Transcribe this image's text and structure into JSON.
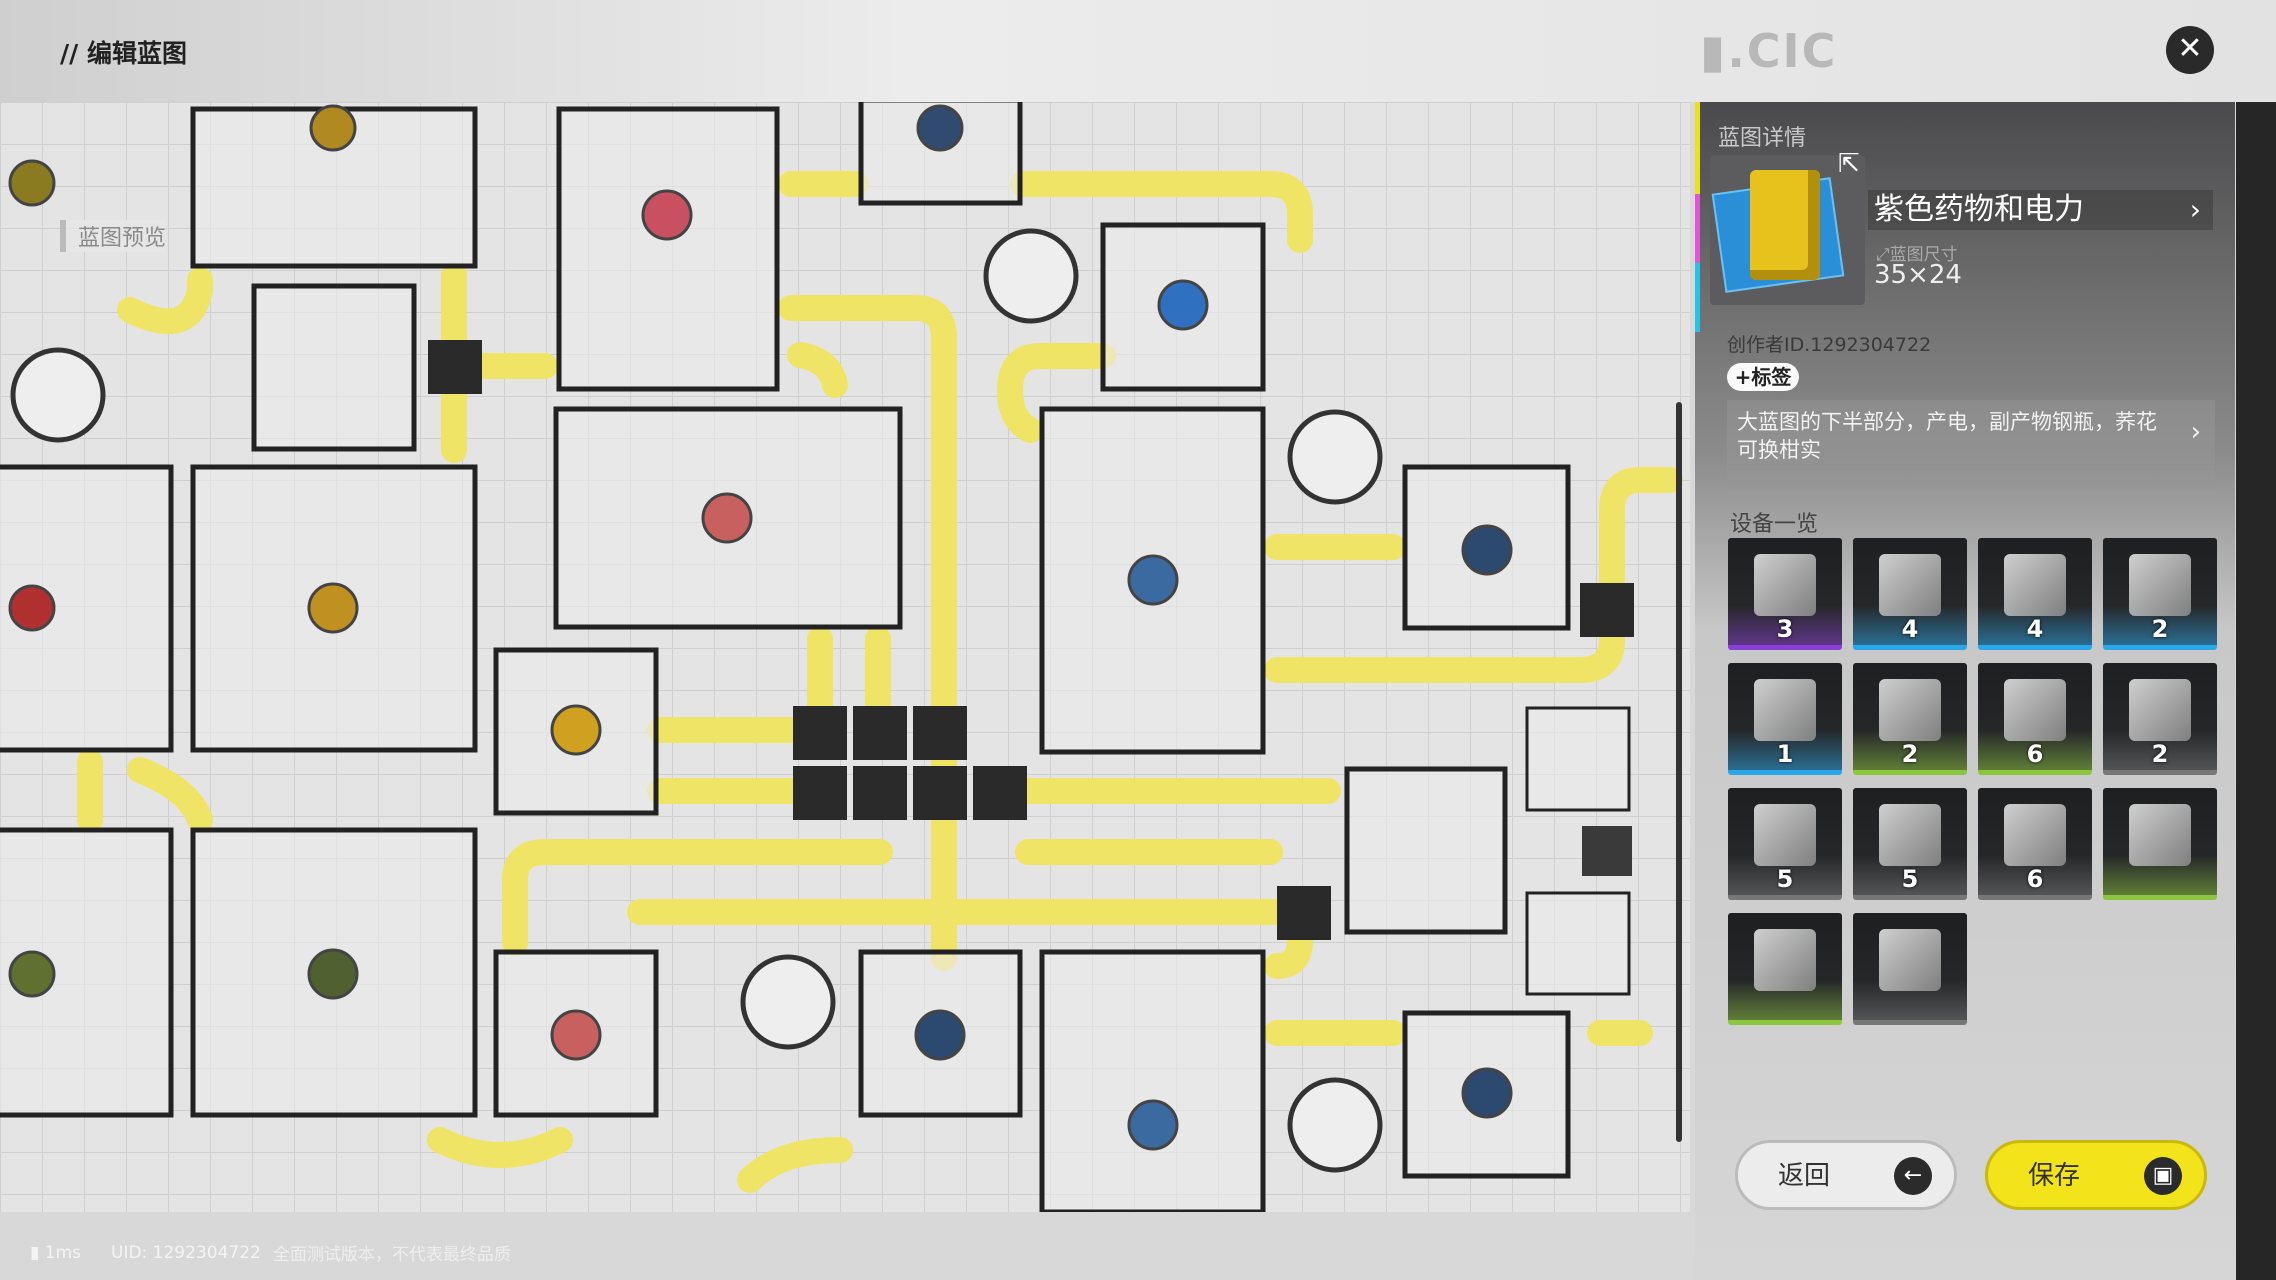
{
  "header": {
    "title": "// 编辑蓝图",
    "logo_text": "D.CIC"
  },
  "map": {
    "label": "蓝图预览"
  },
  "status": {
    "ping": "1ms",
    "uid": "UID: 1292304722",
    "note": "全面测试版本，不代表最终品质"
  },
  "panel": {
    "heading": "蓝图详情",
    "name": "紫色药物和电力",
    "size_label": "蓝图尺寸",
    "size_value": "35×24",
    "creator": "创作者ID.1292304722",
    "tag_button": "+标签",
    "description": "大蓝图的下半部分，产电，副产物钢瓶，荞花可换柑实",
    "devices_heading": "设备一览",
    "devices": [
      {
        "icon": "refinery-icon",
        "count": "3",
        "rarity_color": "#8a3fd6"
      },
      {
        "icon": "crusher-icon",
        "count": "4",
        "rarity_color": "#2aa7e8"
      },
      {
        "icon": "planter-icon",
        "count": "4",
        "rarity_color": "#2aa7e8"
      },
      {
        "icon": "seed-extractor-icon",
        "count": "2",
        "rarity_color": "#2aa7e8"
      },
      {
        "icon": "filler-icon",
        "count": "1",
        "rarity_color": "#2aa7e8"
      },
      {
        "icon": "grinder-icon",
        "count": "2",
        "rarity_color": "#8cc63f"
      },
      {
        "icon": "power-relay-icon",
        "count": "6",
        "rarity_color": "#8cc63f"
      },
      {
        "icon": "storage-tower-icon",
        "count": "2",
        "rarity_color": "#777777"
      },
      {
        "icon": "thermal-bank-icon",
        "count": "5",
        "rarity_color": "#777777"
      },
      {
        "icon": "heater-icon",
        "count": "5",
        "rarity_color": "#777777"
      },
      {
        "icon": "power-pylon-icon",
        "count": "6",
        "rarity_color": "#777777"
      },
      {
        "icon": "protocol-box-icon",
        "count": "",
        "rarity_color": "#8cc63f"
      },
      {
        "icon": "depot-box-icon",
        "count": "",
        "rarity_color": "#8cc63f"
      },
      {
        "icon": "floor-pad-icon",
        "count": "",
        "rarity_color": "#777777"
      }
    ]
  },
  "buttons": {
    "back": "返回",
    "save": "保存"
  },
  "colors": {
    "conveyor": "#f1e86a",
    "accent_yellow": "#f2e31a"
  }
}
